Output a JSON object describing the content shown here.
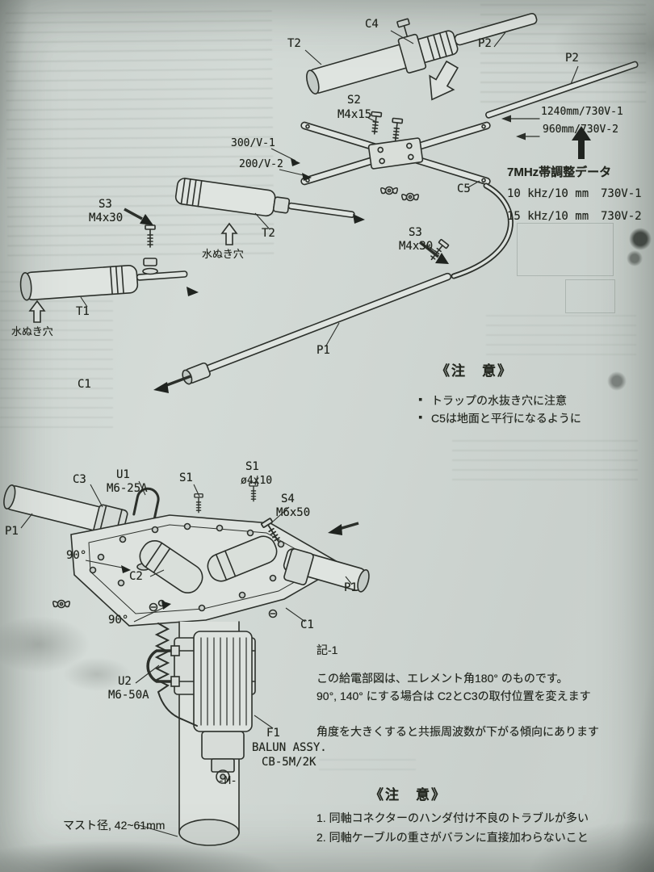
{
  "page": {
    "paper_color": "#cfd6d2",
    "ink_color": "#2c302b"
  },
  "parts": {
    "t1": "T1",
    "t2": "T2",
    "c1": "C1",
    "c2": "C2",
    "c3": "C3",
    "c4": "C4",
    "c5": "C5",
    "p1": "P1",
    "p2": "P2",
    "s1": "S1",
    "s2": "S2",
    "s3": "S3",
    "s4": "S4",
    "u1": "U1",
    "u2": "U2",
    "f1": "F1",
    "m4x15": "M4x15",
    "m4x30": "M4x30",
    "m6x50": "M6x50",
    "m6_25a": "M6-25A",
    "m6_50a": "M6-50A",
    "dia_4x10": "ø4x10",
    "balun_assy": "BALUN ASSY.",
    "balun_model": "CB-5M/2K",
    "m_mark": "-M-",
    "angle_90": "90°",
    "drain_hole": "水ぬき穴",
    "mast_dia": "マスト径, 42~61mm"
  },
  "dimensions": {
    "dim_300": "300/V-1",
    "dim_200": "200/V-2",
    "dim_1240": "1240mm/730V-1",
    "dim_960": "960mm/730V-2"
  },
  "adjustment": {
    "title": "7MHz帯調整データ",
    "rows": [
      {
        "rate": "10 kHz/10 mm",
        "model": "730V-1"
      },
      {
        "rate": "15 kHz/10 mm",
        "model": "730V-2"
      }
    ]
  },
  "top_caution": {
    "title": "《注　意》",
    "bullet": "▪",
    "items": [
      "トラップの水抜き穴に注意",
      "C5は地面と平行になるように"
    ]
  },
  "feed_note": {
    "heading": "記-1",
    "line1": "この給電部図は、エレメント角180° のものです。",
    "line2": "90°, 140° にする場合は C2とC3の取付位置を変えます",
    "line3": "角度を大きくすると共振周波数が下がる傾向にあります"
  },
  "bottom_caution": {
    "title": "《注　意》",
    "items": [
      "1. 同軸コネクターのハンダ付け不良のトラブルが多い",
      "2. 同軸ケーブルの重さがバランに直接加わらないこと"
    ]
  }
}
